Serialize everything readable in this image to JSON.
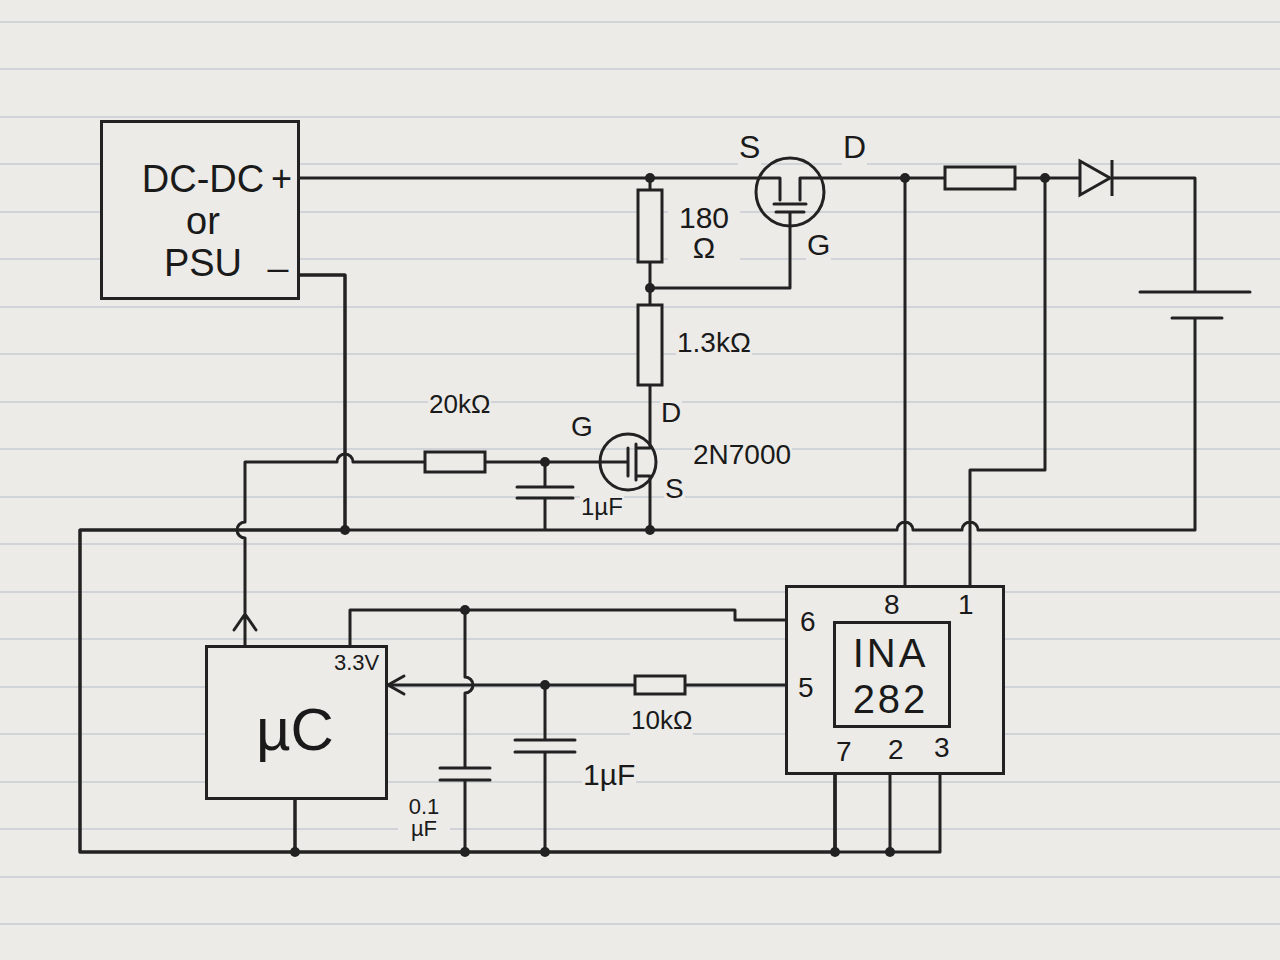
{
  "diagram": {
    "nodes": [
      {
        "text": [
          "DC-DC or PSU",
          "+",
          "_"
        ]
      },
      {
        "text": [
          "3.3V",
          "µC"
        ]
      },
      {
        "text": [
          "6",
          "8",
          "1",
          "5",
          "7",
          "2",
          "3"
        ]
      },
      {
        "text": [
          "INA 282"
        ],
        "in": 2
      }
    ],
    "edges": [
      {
        "from": 0,
        "to": 1,
        "arrow": "none"
      },
      {
        "from": 0,
        "to": 2,
        "arrow": "none"
      },
      {
        "from": 1,
        "to": 2,
        "arrow": "none"
      },
      {
        "from": 2,
        "to": 1,
        "arrow": "to"
      },
      {
        "from": 2,
        "to": 1,
        "arrow": "none"
      }
    ],
    "labels": [
      "S",
      "D",
      "180 Ω",
      "G",
      "1.3kΩ",
      "20kΩ",
      "G",
      "D",
      "2N7000",
      "S",
      "1µF",
      "10kΩ",
      "1µF",
      "0.1 µF"
    ]
  }
}
